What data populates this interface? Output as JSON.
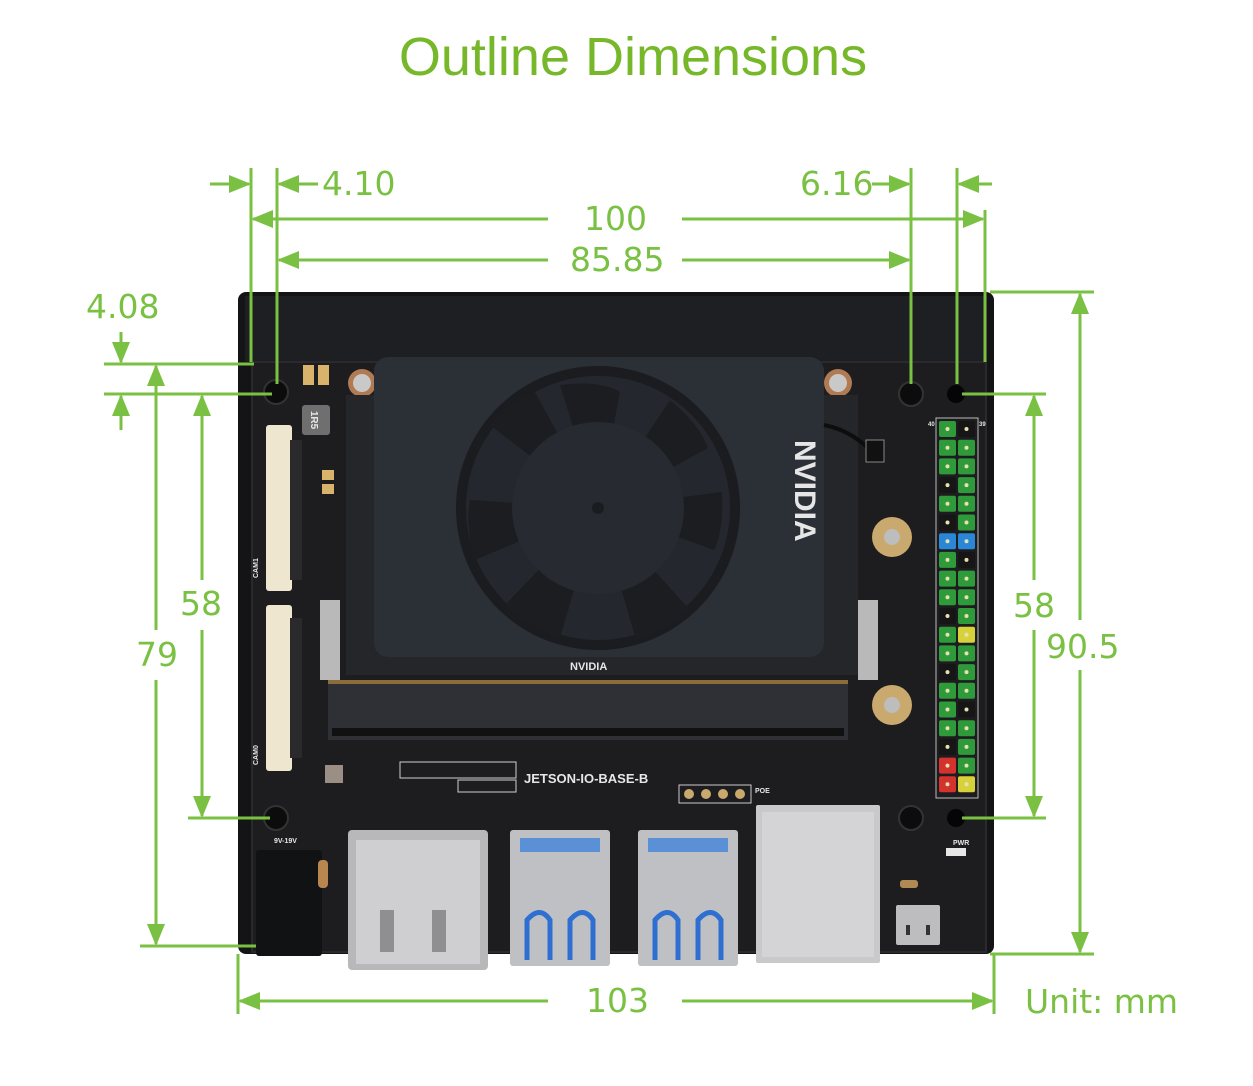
{
  "title": "Outline Dimensions",
  "unit_label": "Unit: mm",
  "colors": {
    "accent_green": "#7ac143",
    "title_green": "#76b82a",
    "board_black": "#1c1c1e",
    "enclosure_black": "#141416",
    "fan_gray": "#2b2f36"
  },
  "dimensions": {
    "left_offset": "4.10",
    "right_offset": "6.16",
    "overall_width_top": "100",
    "hole_spacing_x": "85.85",
    "top_offset": "4.08",
    "hole_spacing_y_left": "58",
    "height_left": "79",
    "hole_spacing_y_right": "58",
    "overall_height": "90.5",
    "overall_width_bottom": "103"
  },
  "board": {
    "silkscreen_name": "JETSON-IO-BASE-B",
    "module_brand_top": "NVIDIA",
    "module_brand_bottom": "NVIDIA",
    "cam_labels": [
      "CAM1",
      "CAM0"
    ],
    "inductor_mark": "1R5",
    "power_jack_label": "9V-19V",
    "poe_label": "POE",
    "pwr_led_label": "PWR",
    "gpio_pin_labels": [
      "40",
      "39"
    ]
  }
}
